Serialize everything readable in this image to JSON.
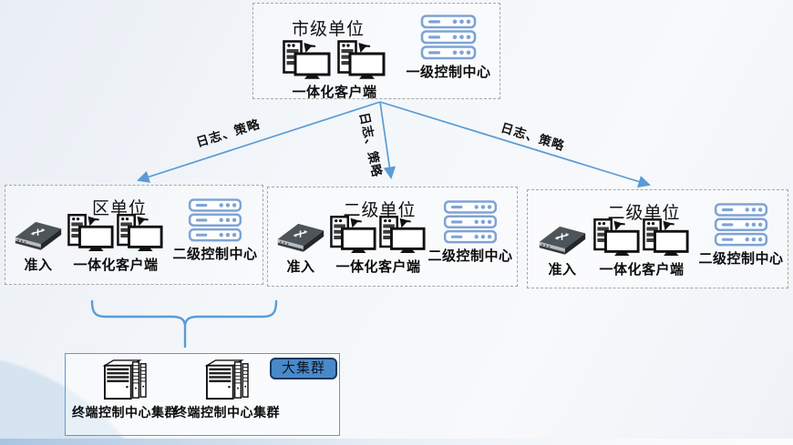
{
  "colors": {
    "arrow_blue": "#5b9bd5",
    "dashed_border_gray": "#a6a6a6",
    "cluster_border_blue": "#5b9bd5",
    "badge_fill": "#4a89c8",
    "server_icon_blue": "#7fa3d4"
  },
  "city_unit": {
    "title": "市级单位",
    "clients_label": "一体化客户端",
    "server_label": "一级控制中心"
  },
  "edge_labels": {
    "left": "日志、策略",
    "middle": "日志、策略",
    "right": "日志、策略"
  },
  "district_unit": {
    "title": "区单位",
    "access_label": "准入",
    "clients_label": "一体化客户端",
    "server_label": "二级控制中心"
  },
  "secondary_unit_1": {
    "title": "二级单位",
    "access_label": "准入",
    "clients_label": "一体化客户端",
    "server_label": "二级控制中心"
  },
  "secondary_unit_2": {
    "title": "二级单位",
    "access_label": "准入",
    "clients_label": "一体化客户端",
    "server_label": "二级控制中心"
  },
  "cluster": {
    "badge_label": "大集群",
    "rack_labels": [
      "终端控制中心集群",
      "终端控制中心集群"
    ]
  }
}
